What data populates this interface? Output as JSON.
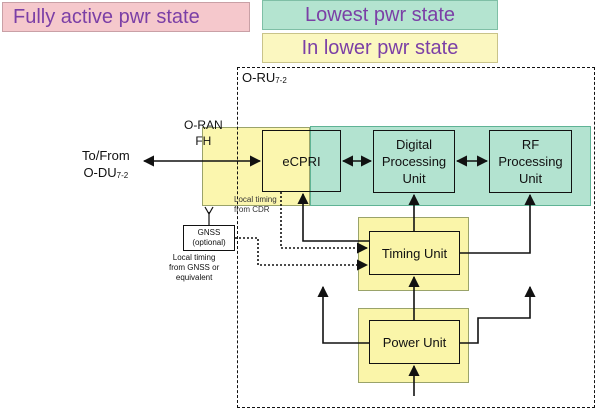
{
  "legend": {
    "fully_active": "Fully active pwr state",
    "lowest": "Lowest pwr state",
    "lower": "In lower pwr state"
  },
  "colors": {
    "fully_active": "#f5c8cc",
    "lowest": "#a6dec8",
    "lower": "#faf4a0",
    "legend_text": "#7b3fa6"
  },
  "oru": {
    "label": "O-RU",
    "label_sub": "7-2"
  },
  "fronthaul": {
    "line1": "O-RAN",
    "line2": "FH"
  },
  "endpoint": {
    "line1": "To/From",
    "line2": "O-DU",
    "line2_sub": "7-2"
  },
  "blocks": {
    "ecpri": "eCPRI",
    "dpu_line1": "Digital",
    "dpu_line2": "Processing",
    "dpu_line3": "Unit",
    "rfpu_line1": "RF",
    "rfpu_line2": "Processing",
    "rfpu_line3": "Unit",
    "timing": "Timing Unit",
    "power": "Power Unit"
  },
  "gnss": {
    "line1": "GNSS",
    "line2": "(optional)",
    "antenna_icon": "antenna-icon"
  },
  "labels": {
    "cdr_line1": "Local timing",
    "cdr_line2": "from CDR",
    "gnss_timing_line1": "Local timing",
    "gnss_timing_line2": "from GNSS or",
    "gnss_timing_line3": "equivalent"
  }
}
